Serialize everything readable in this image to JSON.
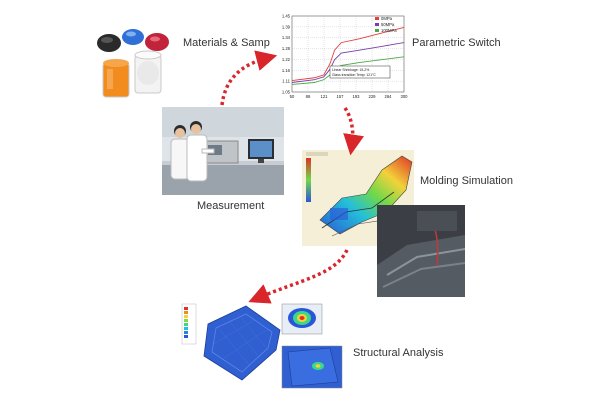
{
  "labels": {
    "materials": "Materials & Samples",
    "parametric": "Parametric Switch",
    "measurement": "Measurement",
    "molding": "Molding Simulation",
    "structural": "Structural Analysis"
  },
  "chart_data": {
    "type": "line",
    "x_ticks": [
      "50",
      "86",
      "121",
      "157",
      "193",
      "229",
      "264",
      "300"
    ],
    "y_ticks": [
      "1.45",
      "1.39",
      "1.34",
      "1.28",
      "1.22",
      "1.16",
      "1.11",
      "1.05"
    ],
    "xlim": [
      50,
      300
    ],
    "ylim": [
      1.05,
      1.45
    ],
    "series": [
      {
        "name": "0MPa",
        "color": "#e04040",
        "x": [
          50,
          100,
          121,
          135,
          145,
          160,
          200,
          250,
          300
        ],
        "y": [
          1.11,
          1.125,
          1.14,
          1.2,
          1.27,
          1.31,
          1.33,
          1.36,
          1.39
        ]
      },
      {
        "name": "50MPa",
        "color": "#7a3fa8",
        "x": [
          50,
          100,
          121,
          135,
          145,
          160,
          200,
          250,
          300
        ],
        "y": [
          1.1,
          1.115,
          1.13,
          1.17,
          1.22,
          1.255,
          1.27,
          1.29,
          1.31
        ]
      },
      {
        "name": "100MPa",
        "color": "#4aa84a",
        "x": [
          50,
          100,
          121,
          135,
          145,
          160,
          200,
          250,
          300
        ],
        "y": [
          1.09,
          1.1,
          1.115,
          1.14,
          1.17,
          1.19,
          1.205,
          1.22,
          1.235
        ]
      }
    ],
    "annotation": [
      "Linear Shrinkage: 15-2%",
      "Glass transition Temp: 121°C"
    ]
  },
  "colors": {
    "arrow": "#d9262b",
    "mesh": "#2f5fd0",
    "hotspot": "#e23a2a"
  }
}
